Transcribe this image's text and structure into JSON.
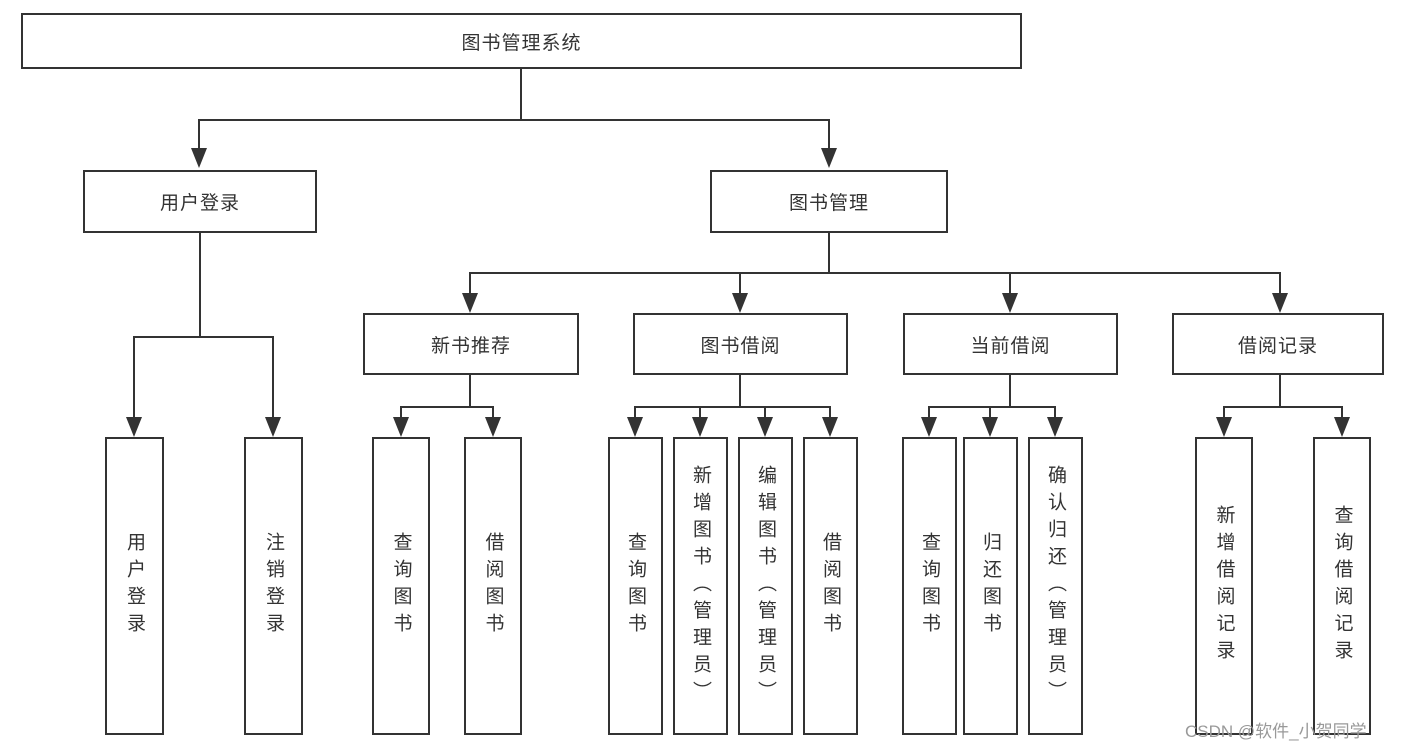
{
  "diagram_title": "图书管理系统",
  "watermark": "CSDN @软件_小贺同学",
  "colors": {
    "line": "#333333",
    "text": "#333333",
    "background": "#ffffff",
    "watermark": "#999999"
  },
  "nodes": {
    "root": {
      "label": "图书管理系统"
    },
    "user_login": {
      "label": "用户登录"
    },
    "book_management": {
      "label": "图书管理"
    },
    "new_book_recommendation": {
      "label": "新书推荐"
    },
    "book_borrowing": {
      "label": "图书借阅"
    },
    "current_borrowing": {
      "label": "当前借阅"
    },
    "borrowing_records": {
      "label": "借阅记录"
    },
    "user_login_leaf": {
      "label": "用户登录"
    },
    "logout_leaf": {
      "label": "注销登录"
    },
    "query_books_recommend": {
      "label": "查询图书"
    },
    "borrow_books_recommend": {
      "label": "借阅图书"
    },
    "query_books_borrowing": {
      "label": "查询图书"
    },
    "add_books_admin": {
      "label": "新增图书（管理员）"
    },
    "edit_books_admin": {
      "label": "编辑图书（管理员）"
    },
    "borrow_books_borrowing": {
      "label": "借阅图书"
    },
    "query_books_current": {
      "label": "查询图书"
    },
    "return_books": {
      "label": "归还图书"
    },
    "confirm_return_admin": {
      "label": "确认归还（管理员）"
    },
    "add_borrowing_record": {
      "label": "新增借阅记录"
    },
    "query_borrowing_record": {
      "label": "查询借阅记录"
    }
  },
  "edges": [
    {
      "from": "root",
      "to": [
        "user_login",
        "book_management"
      ]
    },
    {
      "from": "user_login",
      "to": [
        "user_login_leaf",
        "logout_leaf"
      ]
    },
    {
      "from": "book_management",
      "to": [
        "new_book_recommendation",
        "book_borrowing",
        "current_borrowing",
        "borrowing_records"
      ]
    },
    {
      "from": "new_book_recommendation",
      "to": [
        "query_books_recommend",
        "borrow_books_recommend"
      ]
    },
    {
      "from": "book_borrowing",
      "to": [
        "query_books_borrowing",
        "add_books_admin",
        "edit_books_admin",
        "borrow_books_borrowing"
      ]
    },
    {
      "from": "current_borrowing",
      "to": [
        "query_books_current",
        "return_books",
        "confirm_return_admin"
      ]
    },
    {
      "from": "borrowing_records",
      "to": [
        "add_borrowing_record",
        "query_borrowing_record"
      ]
    }
  ]
}
